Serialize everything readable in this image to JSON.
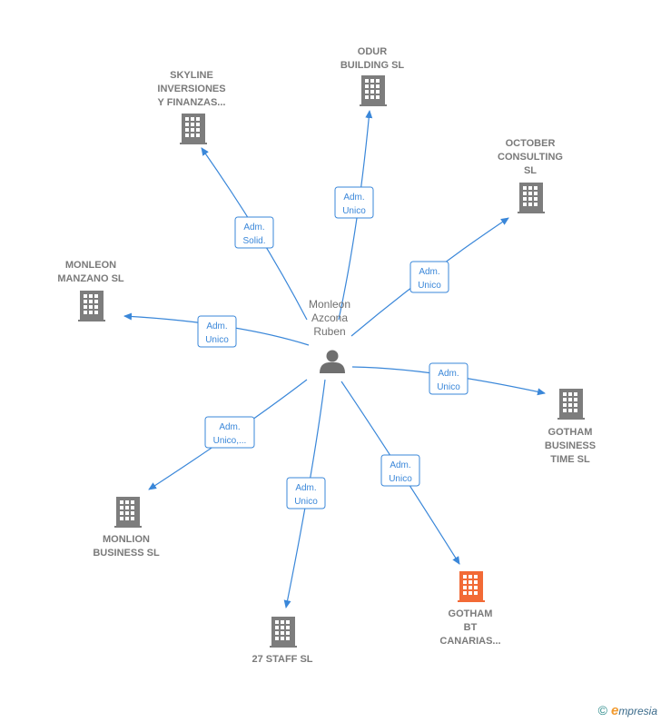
{
  "colors": {
    "edge": "#3a87d9",
    "company": "#7d7d7d",
    "highlight": "#f26a36",
    "person": "#6f6f6f"
  },
  "center": {
    "icon": "person-icon",
    "label_lines": [
      "Monleon",
      "Azcona",
      "Ruben"
    ]
  },
  "companies": [
    {
      "id": "odur",
      "label_lines": [
        "ODUR",
        "BUILDING SL"
      ],
      "highlight": false
    },
    {
      "id": "skyline",
      "label_lines": [
        "SKYLINE",
        "INVERSIONES",
        "Y FINANZAS..."
      ],
      "highlight": false
    },
    {
      "id": "october",
      "label_lines": [
        "OCTOBER",
        "CONSULTING",
        "SL"
      ],
      "highlight": false
    },
    {
      "id": "monleon-manzano",
      "label_lines": [
        "MONLEON",
        "MANZANO  SL"
      ],
      "highlight": false
    },
    {
      "id": "gotham-business",
      "label_lines": [
        "GOTHAM",
        "BUSINESS",
        "TIME  SL"
      ],
      "highlight": false
    },
    {
      "id": "monlion",
      "label_lines": [
        "MONLION",
        "BUSINESS SL"
      ],
      "highlight": false
    },
    {
      "id": "27-staff",
      "label_lines": [
        "27 STAFF  SL"
      ],
      "highlight": false
    },
    {
      "id": "gotham-bt",
      "label_lines": [
        "GOTHAM",
        "BT",
        "CANARIAS..."
      ],
      "highlight": true
    }
  ],
  "edges": [
    {
      "to": "odur",
      "label_lines": [
        "Adm.",
        "Unico"
      ]
    },
    {
      "to": "skyline",
      "label_lines": [
        "Adm.",
        "Solid."
      ]
    },
    {
      "to": "october",
      "label_lines": [
        "Adm.",
        "Unico"
      ]
    },
    {
      "to": "monleon-manzano",
      "label_lines": [
        "Adm.",
        "Unico"
      ]
    },
    {
      "to": "gotham-business",
      "label_lines": [
        "Adm.",
        "Unico"
      ]
    },
    {
      "to": "monlion",
      "label_lines": [
        "Adm.",
        "Unico,..."
      ]
    },
    {
      "to": "27-staff",
      "label_lines": [
        "Adm.",
        "Unico"
      ]
    },
    {
      "to": "gotham-bt",
      "label_lines": [
        "Adm.",
        "Unico"
      ]
    }
  ],
  "watermark": {
    "copyright": "©",
    "brand_initial": "e",
    "brand_rest": "mpresia"
  }
}
